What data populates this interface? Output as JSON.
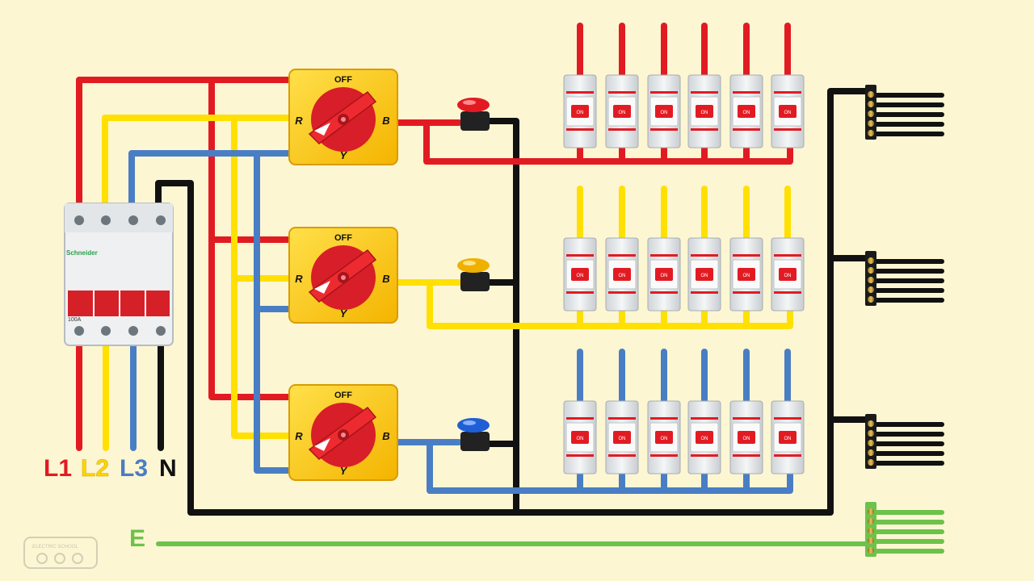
{
  "phase_labels": {
    "l1": "L1",
    "l2": "L2",
    "l3": "L3",
    "n": "N",
    "e": "E"
  },
  "main_breaker": {
    "brand": "Schneider",
    "rating": "100A"
  },
  "selector_switches": [
    {
      "name": "selector-switch-red",
      "off": "OFF",
      "r": "R",
      "y": "Y",
      "b": "B"
    },
    {
      "name": "selector-switch-yellow",
      "off": "OFF",
      "r": "R",
      "y": "Y",
      "b": "B"
    },
    {
      "name": "selector-switch-blue",
      "off": "OFF",
      "r": "R",
      "y": "Y",
      "b": "B"
    }
  ],
  "mcb_label": "ON",
  "watermark": "ELECTRIC SCHOOL",
  "colors": {
    "red": "#e21b23",
    "yellow": "#ffe000",
    "blue": "#4a7ec4",
    "black": "#111111",
    "green": "#6cc24a",
    "background": "#fdf6d3"
  }
}
